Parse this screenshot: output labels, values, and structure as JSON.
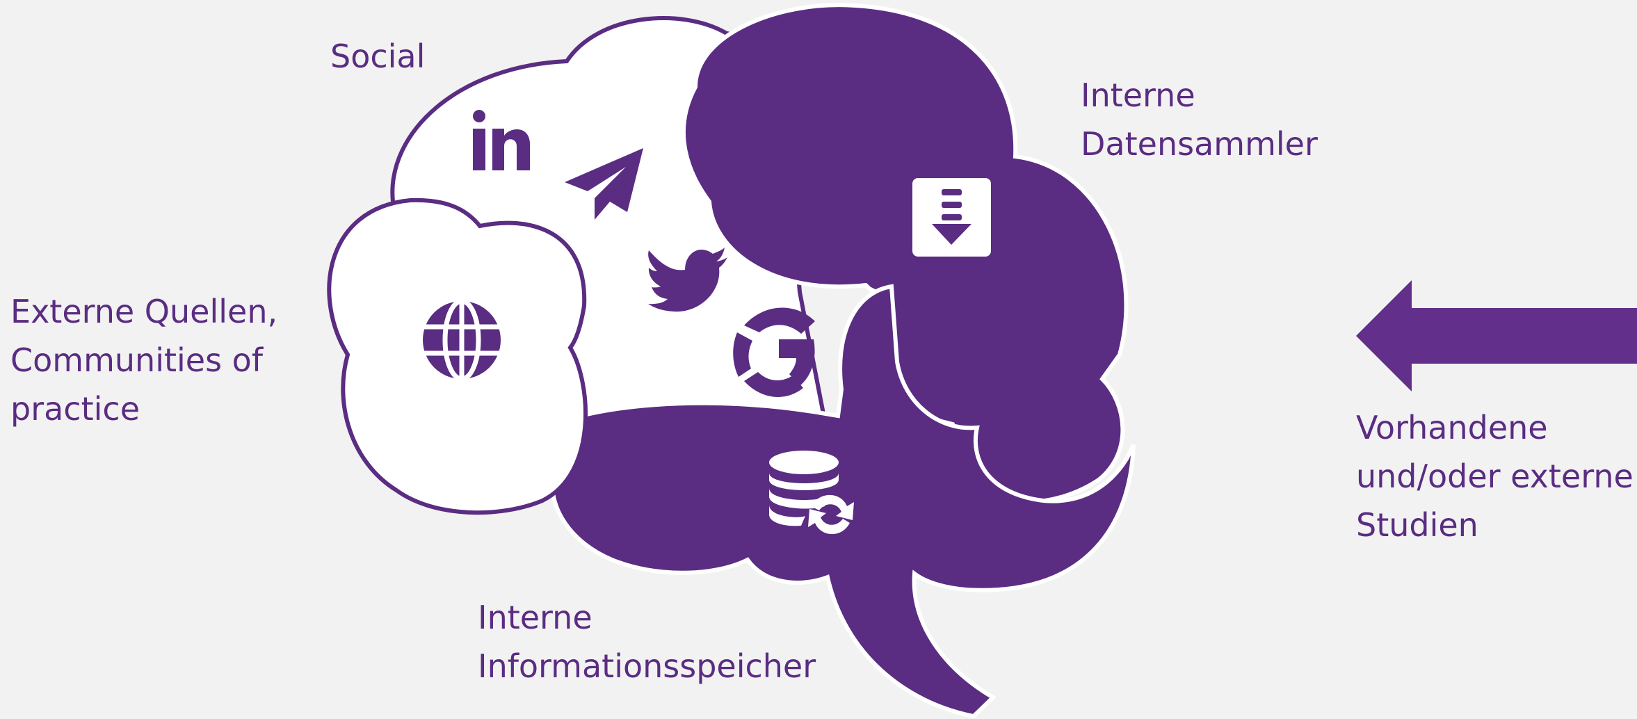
{
  "diagram": {
    "labels": {
      "social": "Social",
      "datensammler": [
        "Interne",
        "Datensammler"
      ],
      "externe": [
        "Externe Quellen,",
        "Communities of",
        "practice"
      ],
      "speicher": [
        "Interne",
        "Informationsspeicher"
      ],
      "studien": [
        "Vorhandene",
        "und/oder externe",
        "Studien"
      ]
    },
    "icons": [
      "linkedin-icon",
      "paper-plane-icon",
      "twitter-icon",
      "google-icon",
      "globe-icon",
      "download-icon",
      "database-sync-icon",
      "arrow-left-icon"
    ],
    "colors": {
      "purple": "#5a2c82",
      "arrow": "#622f8b",
      "background": "#f2f2f2",
      "white": "#ffffff"
    }
  }
}
